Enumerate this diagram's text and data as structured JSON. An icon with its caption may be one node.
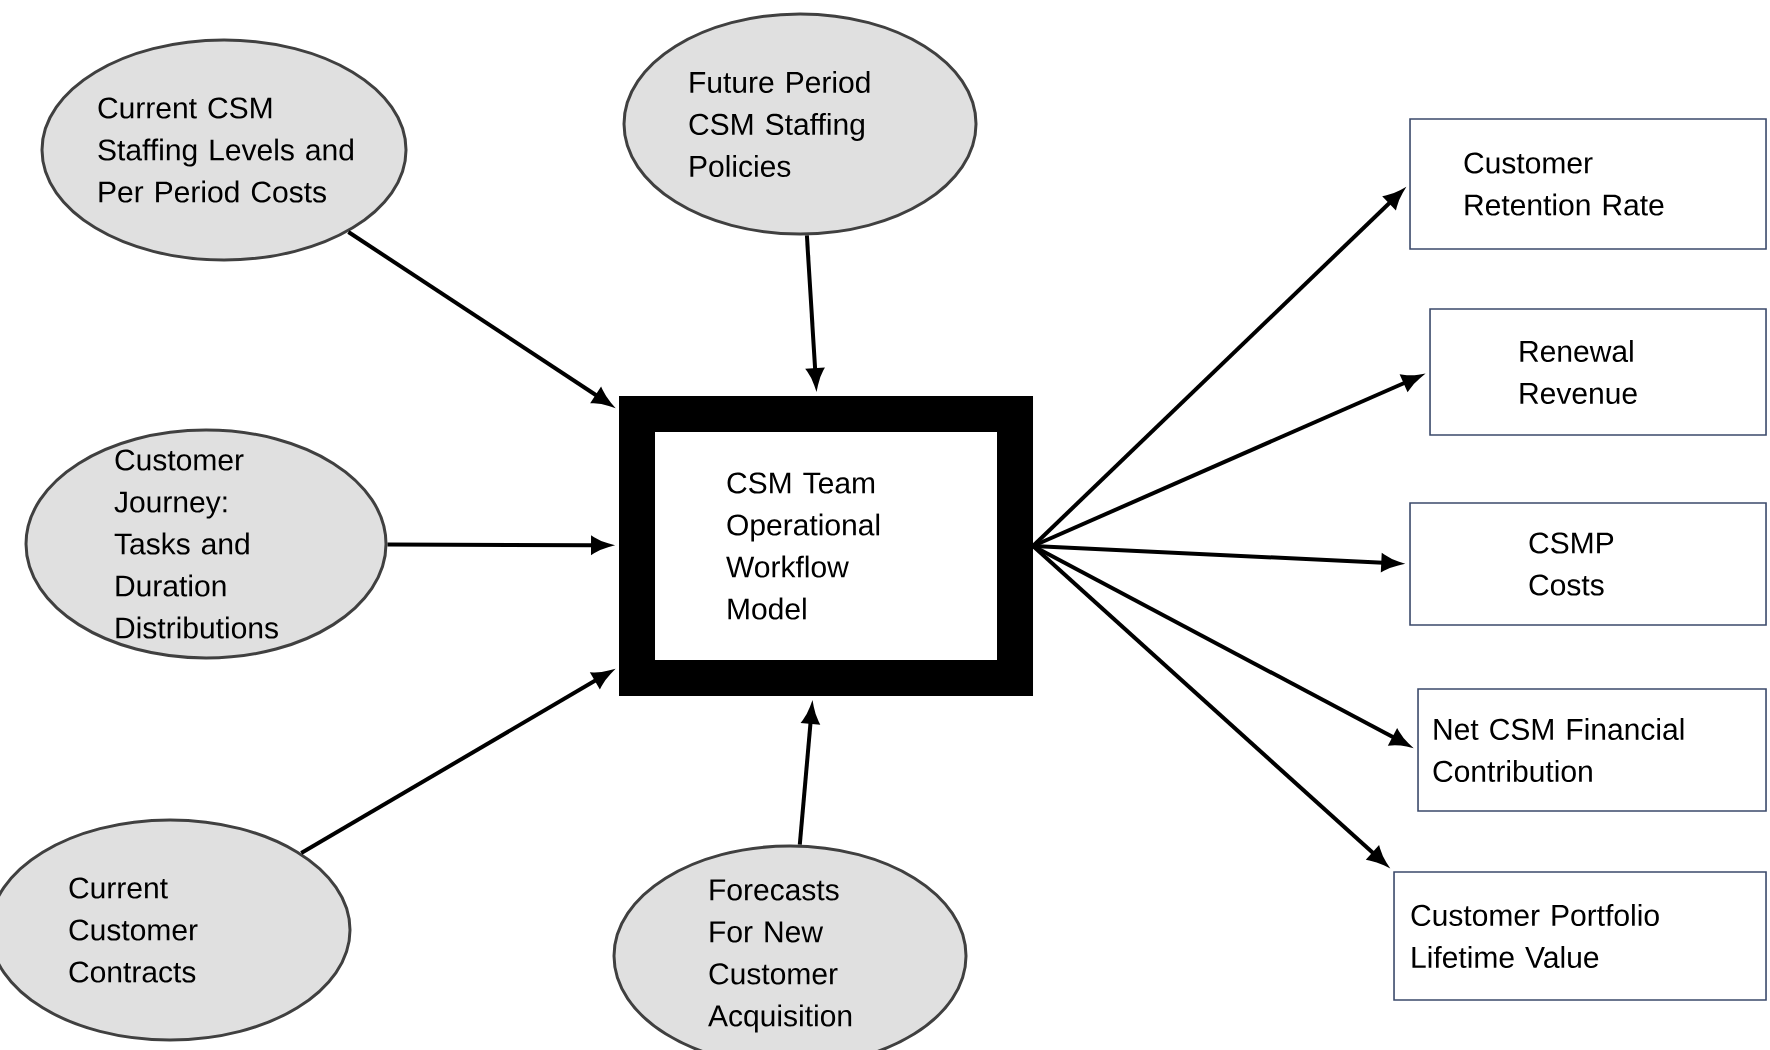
{
  "diagram": {
    "nodes": [
      {
        "text": [
          "Current CSM Staffing Levels and Per Period Costs"
        ]
      },
      {
        "text": [
          "Future Period CSM Staffing Policies"
        ]
      },
      {
        "text": [
          "Customer Journey: Tasks and Duration Distributions"
        ]
      },
      {
        "text": [
          "Current Customer Contracts"
        ]
      },
      {
        "text": [
          "Forecasts For New Customer Acquisition"
        ]
      },
      {
        "text": [
          "CSM Team Operational Workflow Model"
        ]
      },
      {
        "text": [
          "Customer Retention Rate"
        ]
      },
      {
        "text": [
          "Renewal Revenue"
        ]
      },
      {
        "text": [
          "CSMP Costs"
        ]
      },
      {
        "text": [
          "Net CSM Financial Contribution"
        ]
      },
      {
        "text": [
          "Customer Portfolio Lifetime Value"
        ]
      }
    ],
    "edges": [
      {
        "from": 0,
        "to": 5,
        "arrow": "to"
      },
      {
        "from": 1,
        "to": 5,
        "arrow": "to"
      },
      {
        "from": 2,
        "to": 5,
        "arrow": "to"
      },
      {
        "from": 3,
        "to": 5,
        "arrow": "to"
      },
      {
        "from": 4,
        "to": 5,
        "arrow": "to"
      },
      {
        "from": 5,
        "to": 6,
        "arrow": "to"
      },
      {
        "from": 5,
        "to": 7,
        "arrow": "to"
      },
      {
        "from": 5,
        "to": 8,
        "arrow": "to"
      },
      {
        "from": 5,
        "to": 9,
        "arrow": "to"
      },
      {
        "from": 5,
        "to": 10,
        "arrow": "to"
      }
    ]
  }
}
